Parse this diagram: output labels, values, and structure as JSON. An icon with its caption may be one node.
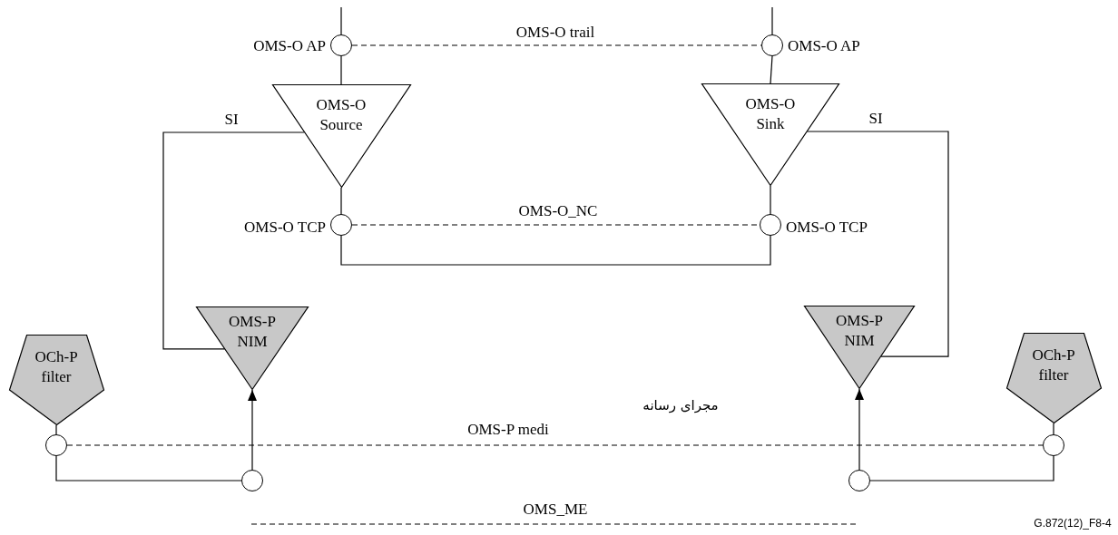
{
  "diagram": {
    "nodes": [
      {
        "text": [],
        "shape": "circle",
        "beside": [
          "OMS-O AP"
        ]
      },
      {
        "text": [],
        "shape": "circle",
        "beside": [
          "OMS-O AP"
        ]
      },
      {
        "text": [
          "OMS-O Source"
        ]
      },
      {
        "text": [
          "OMS-O Sink"
        ]
      },
      {
        "text": [],
        "shape": "circle",
        "beside": [
          "OMS-O TCP"
        ]
      },
      {
        "text": [],
        "shape": "circle",
        "beside": [
          "OMS-O TCP"
        ]
      },
      {
        "text": [
          "OMS-P NIM"
        ]
      },
      {
        "text": [
          "OMS-P NIM"
        ]
      },
      {
        "text": [
          "OCh-P filter"
        ]
      },
      {
        "text": [
          "OCh-P filter"
        ]
      },
      {
        "text": [],
        "shape": "circle"
      },
      {
        "text": [],
        "shape": "circle"
      },
      {
        "text": [],
        "shape": "circle"
      },
      {
        "text": [],
        "shape": "circle"
      }
    ],
    "edges": [
      {
        "from": null,
        "to": 0,
        "arrow": "none"
      },
      {
        "from": null,
        "to": 1,
        "arrow": "none"
      },
      {
        "from": 0,
        "to": 1,
        "arrow": "none",
        "style": "dashed",
        "label": "OMS-O trail"
      },
      {
        "from": 0,
        "to": 2,
        "arrow": "none"
      },
      {
        "from": 1,
        "to": 3,
        "arrow": "none"
      },
      {
        "from": 2,
        "to": 4,
        "arrow": "none"
      },
      {
        "from": 3,
        "to": 5,
        "arrow": "none"
      },
      {
        "from": 4,
        "to": 5,
        "arrow": "none",
        "style": "dashed",
        "label": "OMS-O_NC"
      },
      {
        "from": 4,
        "to": 5,
        "arrow": "none"
      },
      {
        "from": 2,
        "to": 6,
        "arrow": "none",
        "label": "SI"
      },
      {
        "from": 3,
        "to": 7,
        "arrow": "none",
        "label": "SI"
      },
      {
        "from": 8,
        "to": 10,
        "arrow": "none"
      },
      {
        "from": 9,
        "to": 11,
        "arrow": "none"
      },
      {
        "from": 10,
        "to": 11,
        "arrow": "none",
        "style": "dashed",
        "label": "OMS-P medi"
      },
      {
        "from": 10,
        "to": 12,
        "arrow": "none"
      },
      {
        "from": 12,
        "to": 6,
        "arrow": "to"
      },
      {
        "from": 13,
        "to": 7,
        "arrow": "to"
      },
      {
        "from": 13,
        "to": 11,
        "arrow": "none"
      }
    ],
    "labels": [
      "مجرای رسانه",
      "OMS_ME",
      "G.872(12)_F8-4"
    ]
  }
}
